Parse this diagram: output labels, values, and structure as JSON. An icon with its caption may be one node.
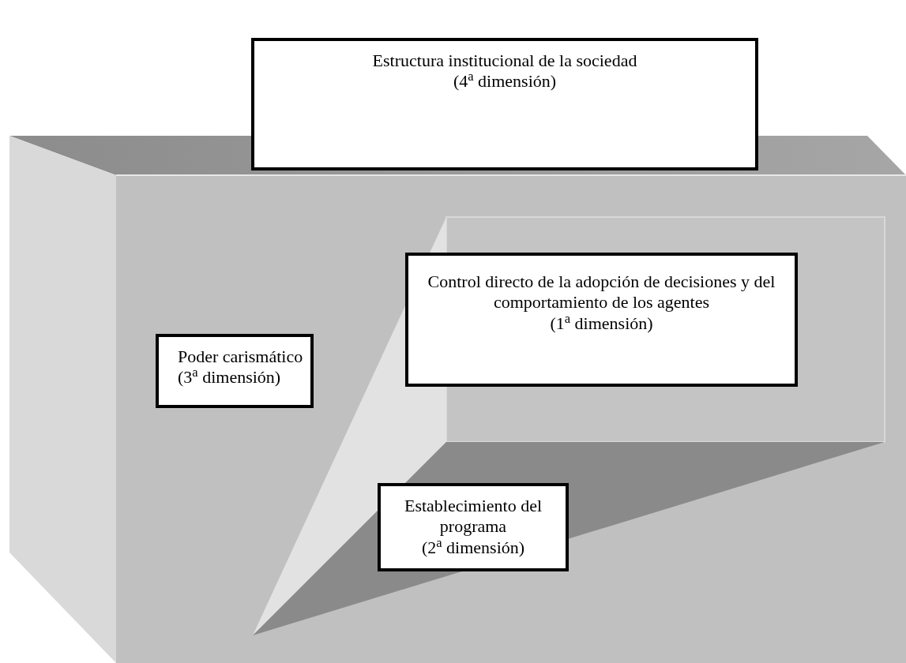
{
  "diagram": {
    "nodes": [
      {
        "text": [
          "Estructura institucional de la sociedad",
          "(4$^{a}$ dimensión)"
        ]
      },
      {
        "text": [
          "Poder carismático",
          "(3$^{a}$ dimensión)"
        ]
      },
      {
        "text": [
          "Control directo de la adopción de decisiones y del comportamiento de los agentes",
          "(1$^{a}$ dimensión)"
        ]
      },
      {
        "text": [
          "Establecimiento del programa",
          "(2$^{a}$ dimensión)"
        ]
      }
    ]
  }
}
